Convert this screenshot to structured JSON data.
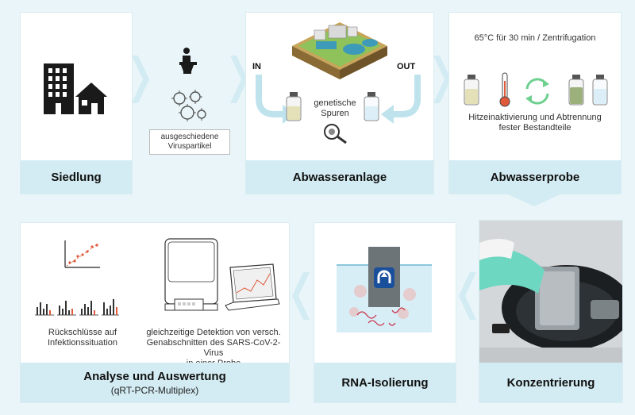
{
  "top_row": {
    "siedlung": {
      "title": "Siedlung"
    },
    "virus_label": {
      "line1": "ausgeschiedene",
      "line2": "Viruspartikel"
    },
    "abwasseranlage": {
      "title": "Abwasseranlage",
      "in_label": "IN",
      "out_label": "OUT",
      "traces_line1": "genetische",
      "traces_line2": "Spuren"
    },
    "abwasserprobe": {
      "title": "Abwasserprobe",
      "top_text": "65°C für 30 min / Zentrifugation",
      "desc_line1": "Hitzeinaktivierung und Abtrennung",
      "desc_line2": "fester Bestandteile"
    }
  },
  "bottom_row": {
    "analyse": {
      "title": "Analyse und Auswertung",
      "subtitle": "(qRT-PCR-Multiplex)",
      "left_line1": "Rückschlüsse auf",
      "left_line2": "Infektionssituation",
      "right_line1": "gleichzeitige Detektion von versch.",
      "right_line2": "Genabschnitten des SARS-CoV-2-Virus",
      "right_line3": "in einer Probe"
    },
    "rna": {
      "title": "RNA-Isolierung"
    },
    "konzentrierung": {
      "title": "Konzentrierung"
    }
  },
  "colors": {
    "background": "#e9f5f8",
    "footer": "#d3ecf3",
    "chevron": "#d3ecf3",
    "accent_red": "#e05a3a",
    "accent_blue": "#1a4f9c",
    "arrow_light": "#bfe3ec"
  }
}
